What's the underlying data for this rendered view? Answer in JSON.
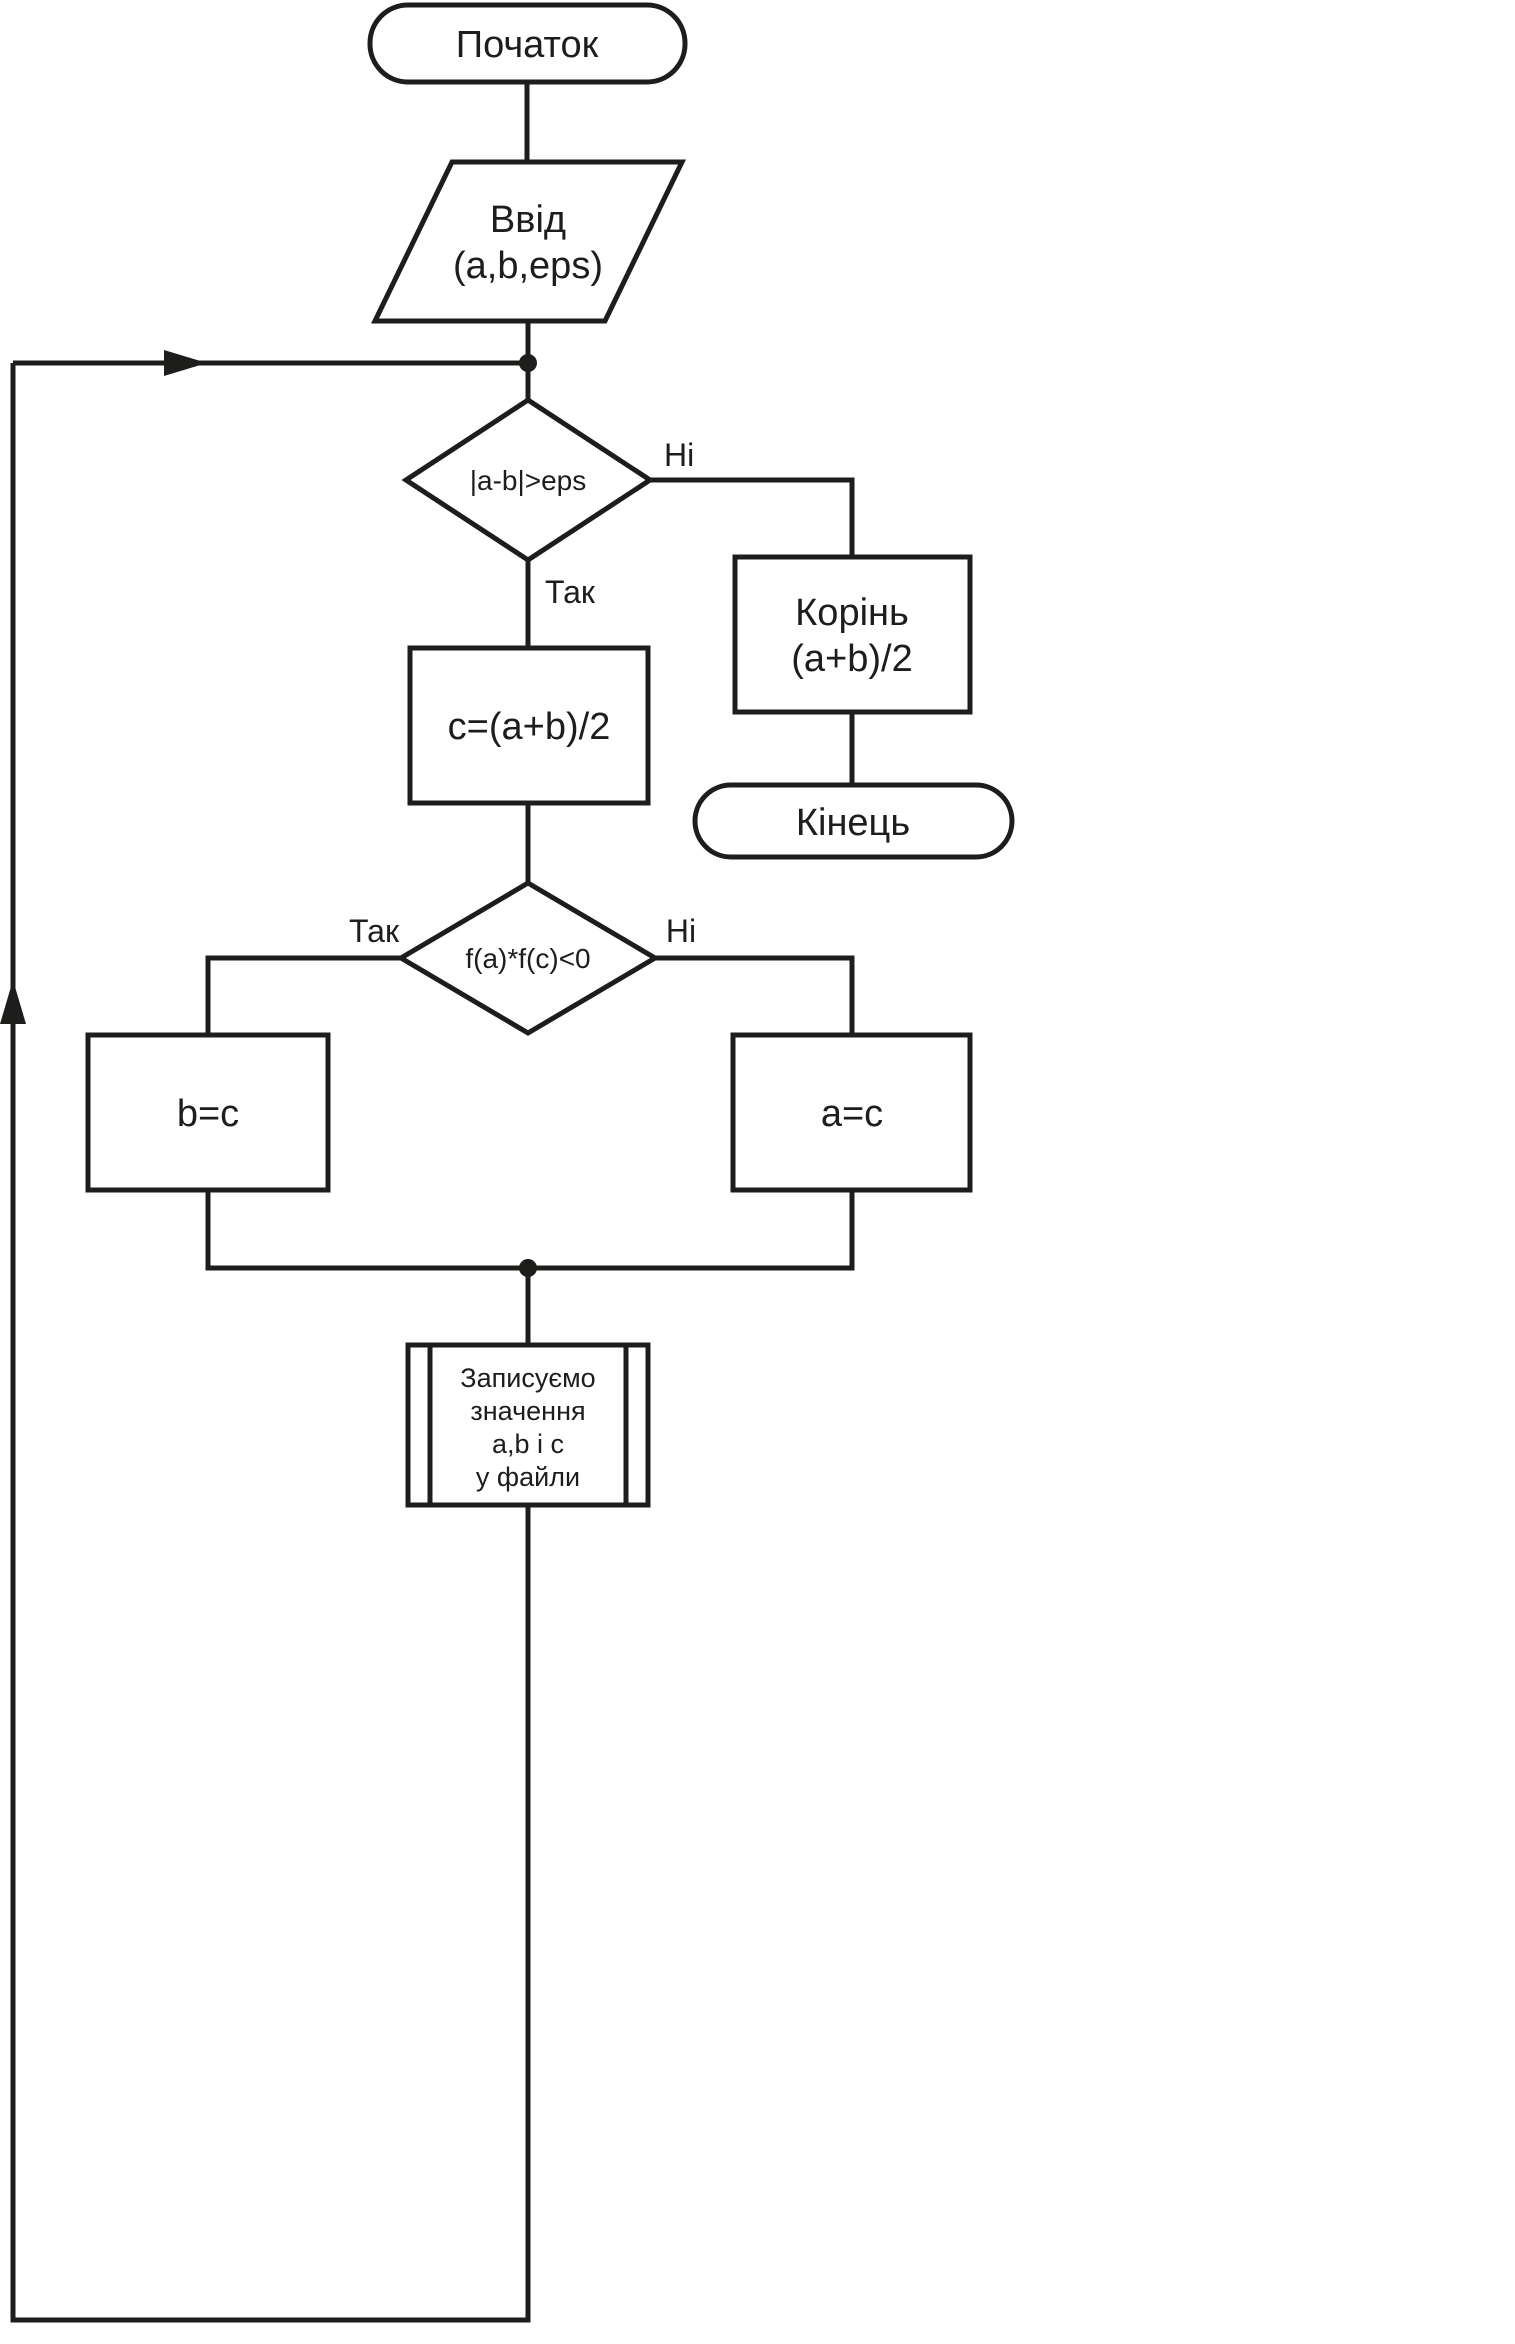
{
  "flowchart": {
    "colors": {
      "stroke": "#1d1d1b",
      "fill": "#ffffff"
    },
    "start": {
      "label": "Початок"
    },
    "input": {
      "line1": "Ввід",
      "line2": "(a,b,eps)"
    },
    "decision_eps": {
      "label": "|a-b|>eps",
      "yes_label": "Так",
      "no_label": "Ні"
    },
    "root": {
      "line1": "Корінь",
      "line2": "(a+b)/2"
    },
    "end": {
      "label": "Кінець"
    },
    "process_c": {
      "label": "c=(a+b)/2"
    },
    "decision_sign": {
      "label": "f(a)*f(c)<0",
      "yes_label": "Так",
      "no_label": "Ні"
    },
    "process_b": {
      "label": "b=c"
    },
    "process_a": {
      "label": "a=c"
    },
    "write": {
      "line1": "Записуємо",
      "line2": "значення",
      "line3": "a,b і c",
      "line4": "у файли"
    }
  }
}
